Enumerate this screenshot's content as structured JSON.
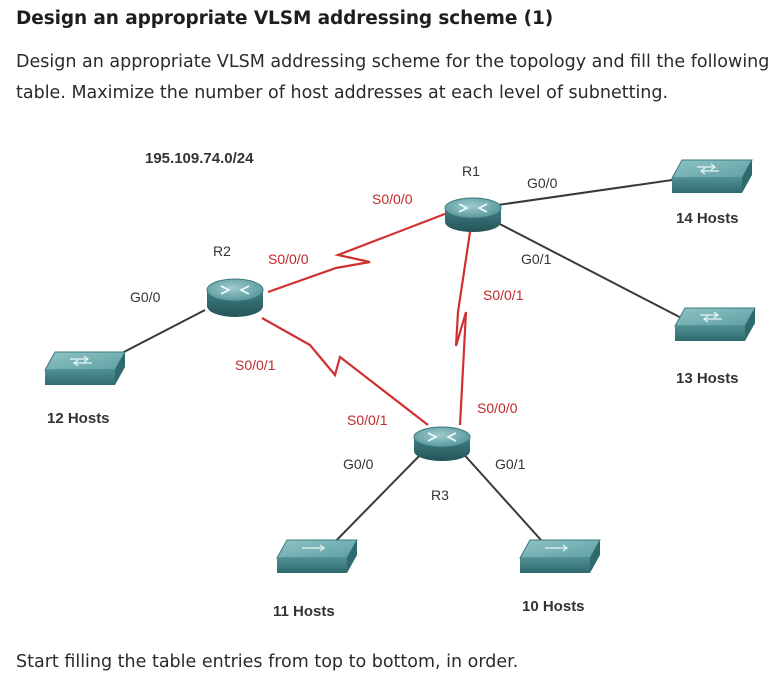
{
  "heading": "Design an appropriate VLSM addressing scheme (1)",
  "instructions": "Design an appropriate VLSM addressing scheme for the topology and fill the following table. Maximize the number of host addresses at each level of subnetting.",
  "footer": "Start filling the table entries from top to bottom, in order.",
  "topology": {
    "network": "195.109.74.0/24",
    "routers": {
      "r1": {
        "name": "R1",
        "g00": "G0/0",
        "g01": "G0/1",
        "s000": "S0/0/0",
        "s001": "S0/0/1"
      },
      "r2": {
        "name": "R2",
        "g00": "G0/0",
        "s000": "S0/0/0",
        "s001": "S0/0/1"
      },
      "r3": {
        "name": "R3",
        "g00": "G0/0",
        "g01": "G0/1",
        "s000": "S0/0/0",
        "s001": "S0/0/1"
      }
    },
    "lans": {
      "r1_g00": "14 Hosts",
      "r1_g01": "13 Hosts",
      "r2_g00": "12 Hosts",
      "r3_g00": "11 Hosts",
      "r3_g01": "10 Hosts"
    },
    "colors": {
      "ethernet": "#3a3a3a",
      "serial": "#d03030",
      "device": "#4f8f93"
    }
  }
}
